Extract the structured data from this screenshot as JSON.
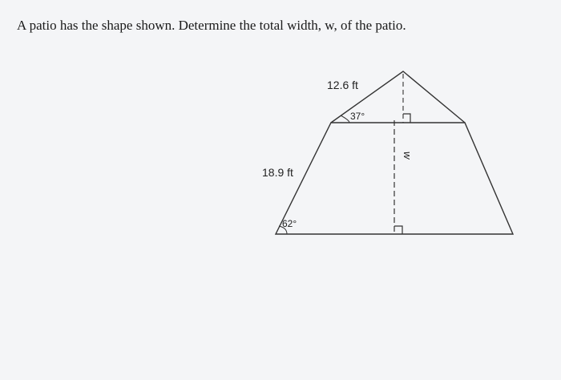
{
  "question": "A patio has the shape shown. Determine the total width, w, of the patio.",
  "diagram": {
    "top_side_label": "12.6 ft",
    "top_angle_label": "37°",
    "left_side_label": "18.9 ft",
    "bottom_angle_label": "62°",
    "width_label": "w"
  }
}
